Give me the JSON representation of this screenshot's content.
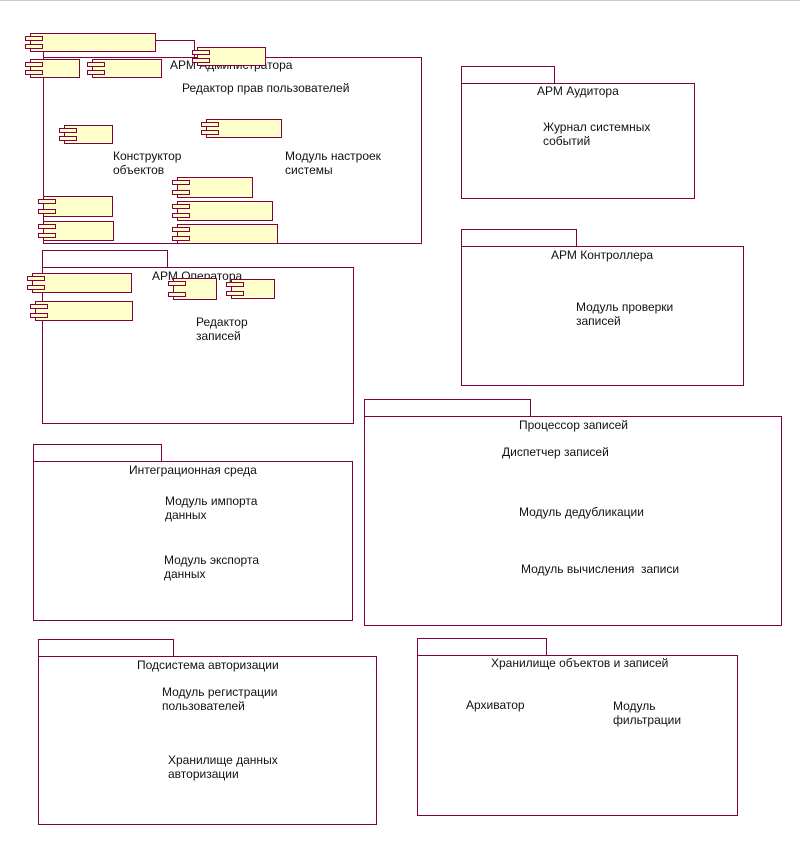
{
  "packages": {
    "admin": {
      "title": "АРМ Администратора",
      "items": [
        "Редактор прав пользователей",
        "Конструктор\nобъектов",
        "Модуль настроек\nсистемы"
      ]
    },
    "auditor": {
      "title": "АРМ Аудитора",
      "items": [
        "Журнал системных\nсобытий"
      ]
    },
    "controller": {
      "title": "АРМ Контроллера",
      "items": [
        "Модуль проверки\nзаписей"
      ]
    },
    "operator": {
      "title": "АРМ Оператора",
      "items": [
        "Редактор\nзаписей"
      ]
    },
    "processor": {
      "title": "Процессор записей",
      "items": [
        "Диспетчер записей",
        "Модуль дедубликации",
        "Модуль вычисления  записи"
      ]
    },
    "integration": {
      "title": "Интеграционная среда",
      "items": [
        "Модуль импорта\nданных",
        "Модуль экспорта\nданных"
      ]
    },
    "auth": {
      "title": "Подсистема авторизации",
      "items": [
        "Модуль регистрации\nпользователей",
        "Хранилище данных\nавторизации"
      ]
    },
    "storage": {
      "title": "Хранилище объектов и записей",
      "items": [
        "Архиватор",
        "Модуль\nфильтрации"
      ]
    }
  },
  "colors": {
    "border": "#800040",
    "component_fill": "#ffffcc",
    "background": "#ffffff"
  }
}
